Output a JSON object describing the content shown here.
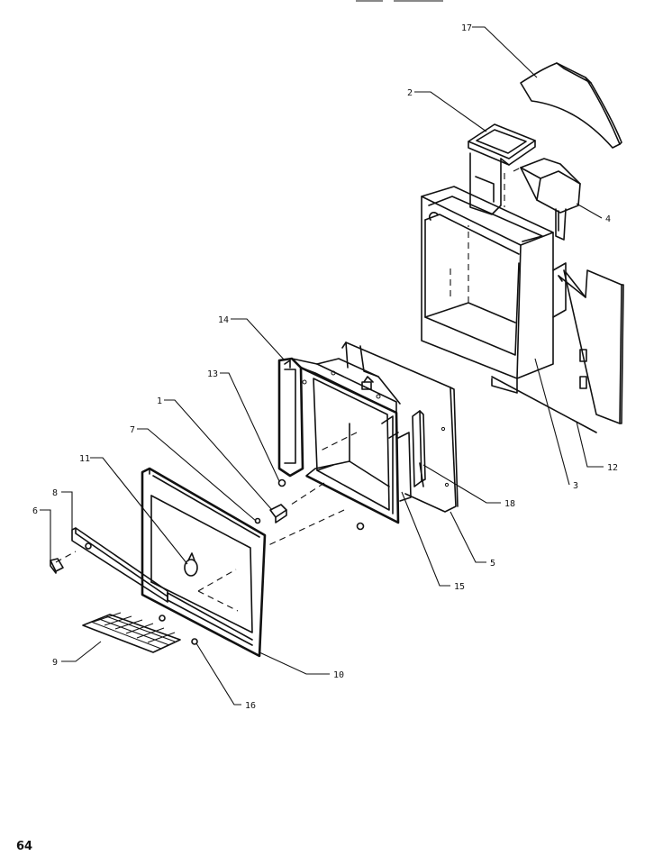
{
  "page_number": "64",
  "callouts": [
    "17",
    "2",
    "4",
    "3",
    "12",
    "14",
    "13",
    "1",
    "7",
    "11",
    "8",
    "6",
    "9",
    "10",
    "16",
    "18",
    "5",
    "15"
  ]
}
